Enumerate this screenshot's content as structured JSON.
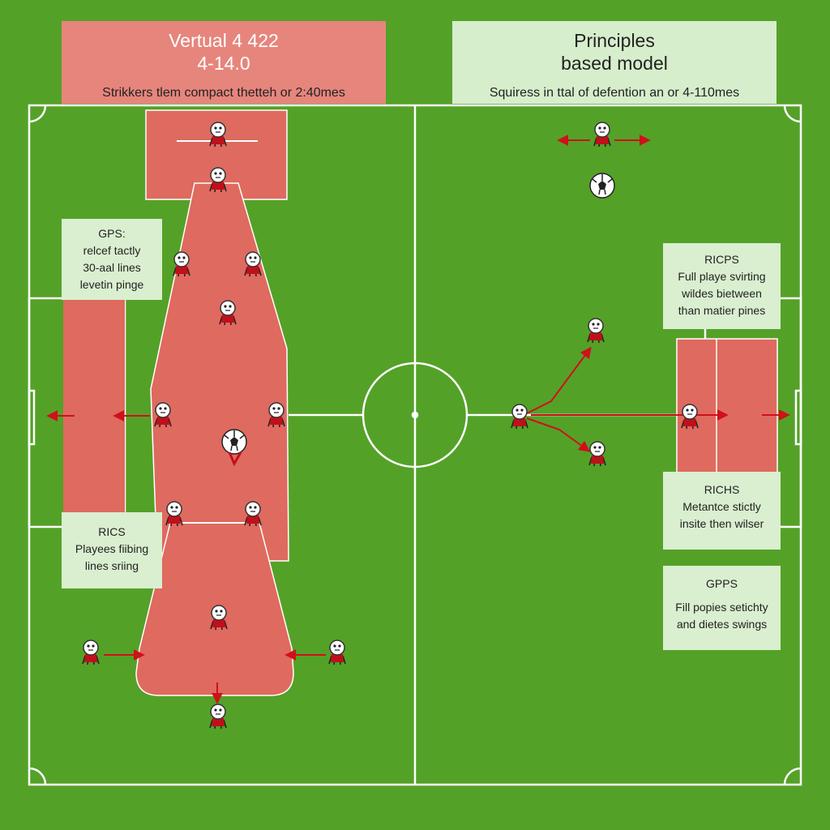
{
  "left_header": {
    "title_line1": "Vertual 4 422",
    "title_line2": "4-14.0",
    "subtitle": "Strikkers tlem compact thetteh or 2:40mes"
  },
  "right_header": {
    "title_line1": "Principles",
    "title_line2": "based model",
    "subtitle": "Squiress in ttal of defention an or 4-110mes"
  },
  "notes": [
    {
      "title": "GPS:",
      "lines": [
        "relcef tactly",
        "30-aal lines",
        "levetin pinge"
      ]
    },
    {
      "title": "RICS",
      "lines": [
        "Playees fiibing",
        "lines sriing"
      ]
    },
    {
      "title": "RICPS",
      "lines": [
        "Full playe svirting",
        "wildes bietween",
        "than matier pines"
      ]
    },
    {
      "title": "RICHS",
      "lines": [
        "Metantce stictly",
        "insite then wilser"
      ]
    },
    {
      "title": "GPPS",
      "lines": [
        "Fill popies setichty",
        "and dietes swings"
      ]
    }
  ],
  "colors": {
    "grass": "#57a32a",
    "zone": "#df6a5f",
    "arrow": "#d0101a",
    "line": "#ffffff",
    "note_bg": "#d9efcf"
  }
}
